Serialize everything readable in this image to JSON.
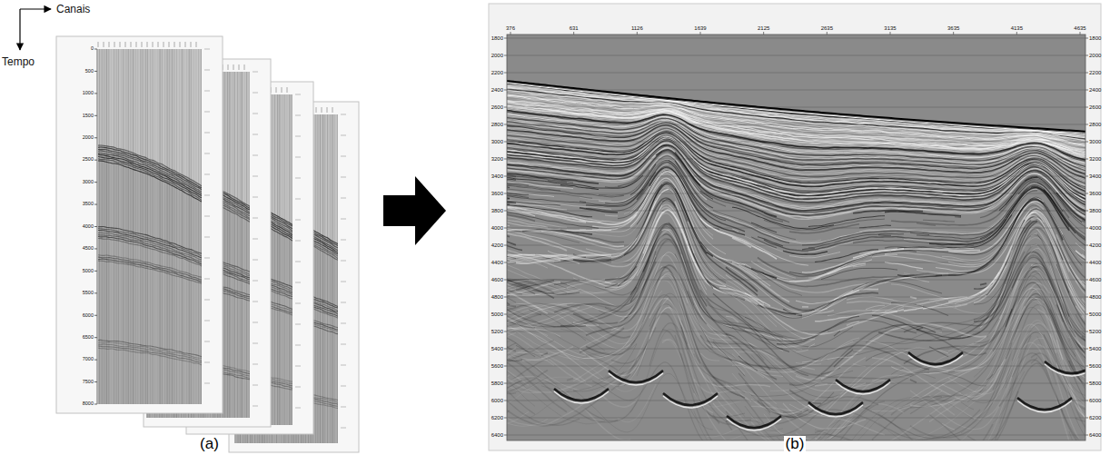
{
  "diagram": {
    "nodes": [
      {
        "text": [
          "(a)"
        ]
      },
      {
        "text": [
          "(b)"
        ]
      }
    ],
    "edges": [
      {
        "from": 0,
        "to": 1,
        "arrow": "to"
      }
    ],
    "labels": [
      "Canais",
      "Tempo",
      "0",
      "500",
      "1000",
      "1500",
      "2000",
      "2500",
      "3000",
      "3500",
      "4000",
      "4500",
      "5000",
      "5500",
      "6000",
      "6500",
      "7000",
      "7500",
      "8000",
      "376",
      "631",
      "1126",
      "1639",
      "2125",
      "2635",
      "3135",
      "3635",
      "4135",
      "4635",
      "1800",
      "2000",
      "2200",
      "2400",
      "2600",
      "2800",
      "3000",
      "3200",
      "3400",
      "3600",
      "3800",
      "4000",
      "4200",
      "4400",
      "4600",
      "4800",
      "5000",
      "5200",
      "5400",
      "5600",
      "5800",
      "6000",
      "6200",
      "6400",
      "1800",
      "2000",
      "2200",
      "2400",
      "2600",
      "2800",
      "3000",
      "3200",
      "3400",
      "3600",
      "3800",
      "4000",
      "4200",
      "4400",
      "4600",
      "4800",
      "5000",
      "5200",
      "5400",
      "5600",
      "5800",
      "6000",
      "6200",
      "6400"
    ]
  }
}
